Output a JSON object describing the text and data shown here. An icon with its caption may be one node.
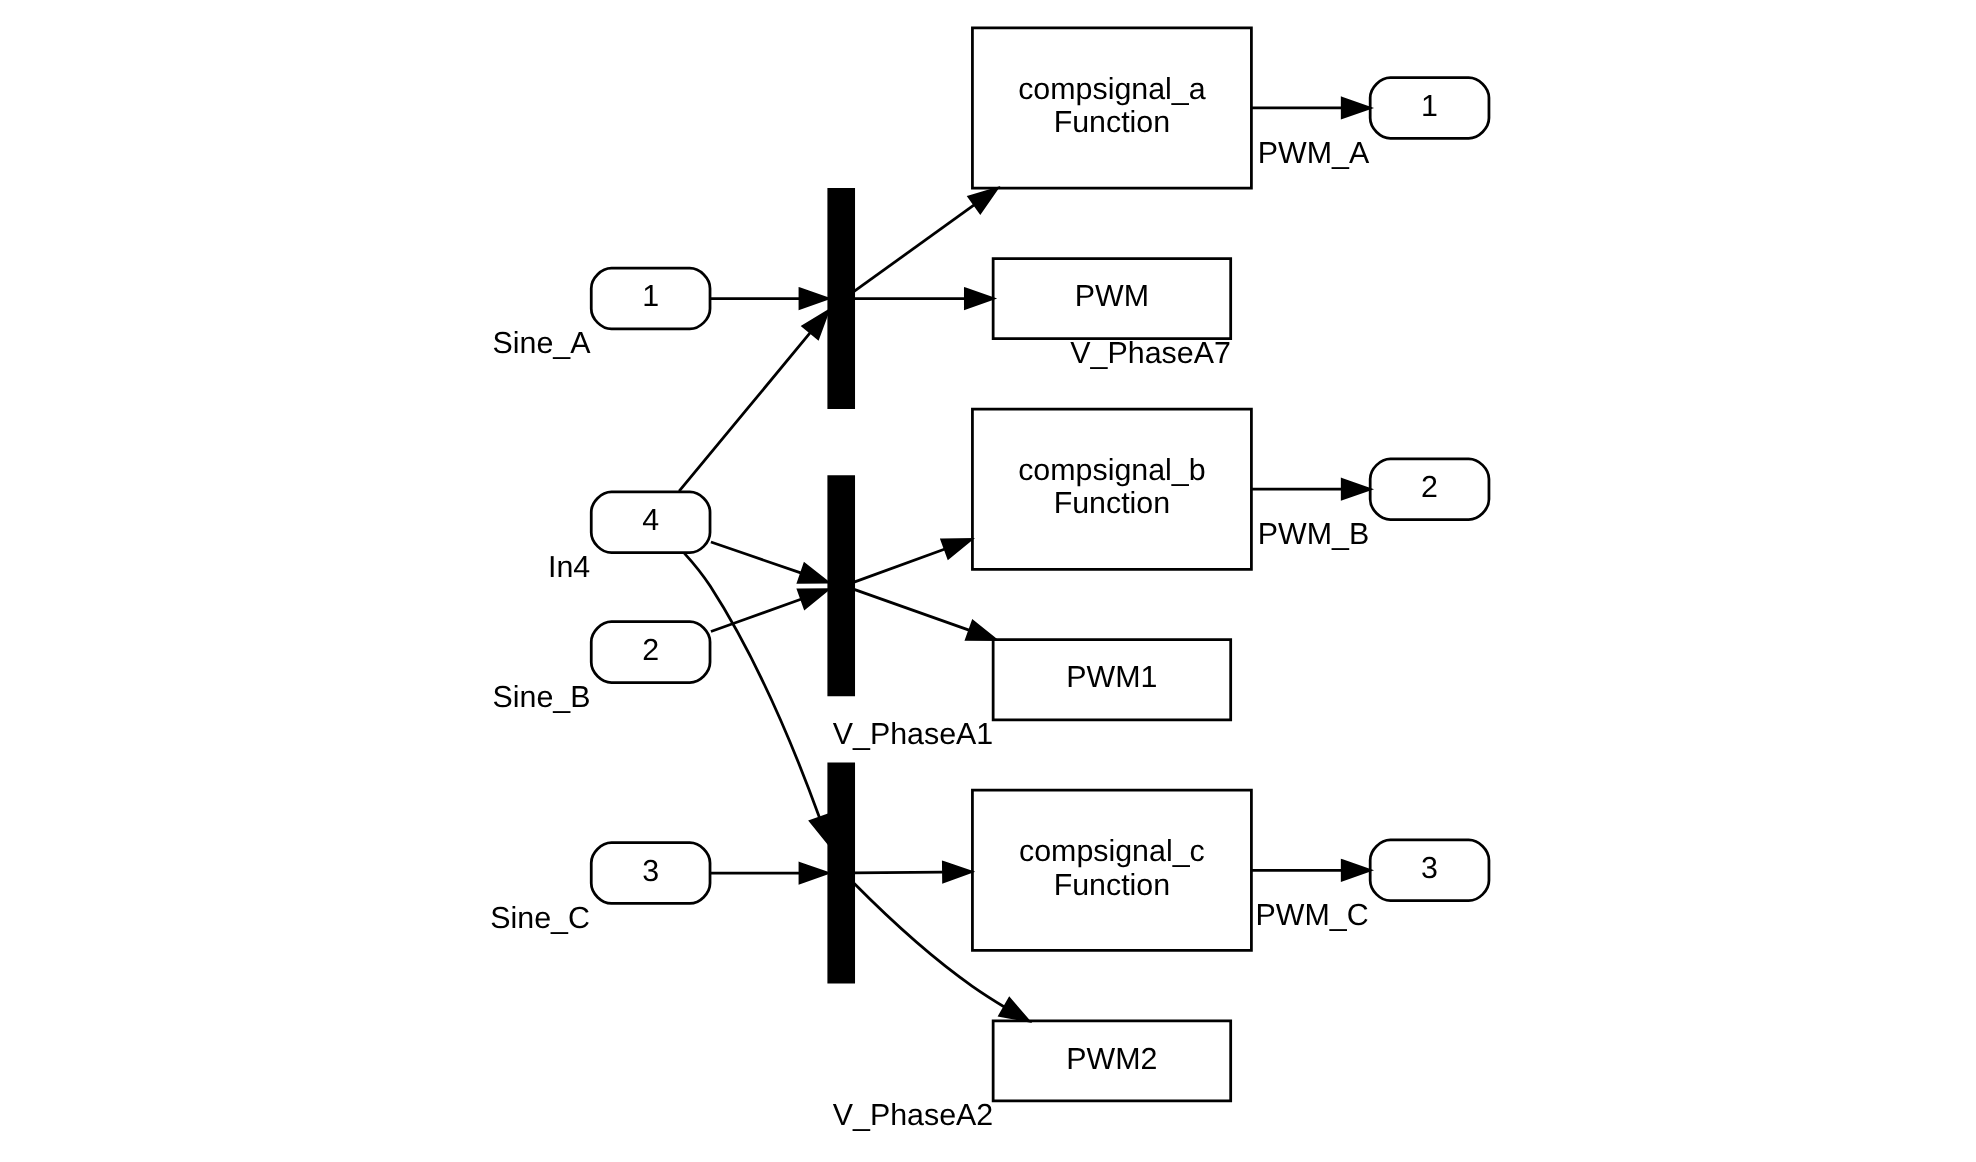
{
  "diagram": {
    "nodes": [
      {
        "text": [
          "4"
        ],
        "beside": [
          "In4"
        ]
      },
      {
        "text": [
          "1"
        ],
        "beside": [
          "Sine_A"
        ]
      },
      {
        "text": [],
        "shape": "bar"
      },
      {
        "text": [
          "compsignal_a",
          "Function"
        ]
      },
      {
        "text": [
          "1"
        ],
        "beside": [
          "PWM_A"
        ]
      },
      {
        "text": [
          "PWM"
        ],
        "beside": [
          "V_PhaseA7"
        ]
      },
      {
        "text": [
          "2"
        ],
        "beside": [
          "Sine_B"
        ]
      },
      {
        "text": [],
        "shape": "bar"
      },
      {
        "text": [
          "compsignal_b",
          "Function"
        ]
      },
      {
        "text": [
          "2"
        ],
        "beside": [
          "PWM_B"
        ]
      },
      {
        "text": [
          "PWM1"
        ],
        "beside": [
          "V_PhaseA1"
        ]
      },
      {
        "text": [
          "3"
        ],
        "beside": [
          "Sine_C"
        ]
      },
      {
        "text": [],
        "shape": "bar"
      },
      {
        "text": [
          "compsignal_c",
          "Function"
        ]
      },
      {
        "text": [
          "3"
        ],
        "beside": [
          "PWM_C"
        ]
      },
      {
        "text": [
          "PWM2"
        ],
        "beside": [
          "V_PhaseA2"
        ]
      }
    ],
    "edges": [
      {
        "from": 1,
        "to": 2,
        "arrow": "to"
      },
      {
        "from": 0,
        "to": 2,
        "arrow": "to"
      },
      {
        "from": 2,
        "to": 3,
        "arrow": "to"
      },
      {
        "from": 3,
        "to": 4,
        "arrow": "to"
      },
      {
        "from": 2,
        "to": 5,
        "arrow": "to"
      },
      {
        "from": 6,
        "to": 7,
        "arrow": "to"
      },
      {
        "from": 0,
        "to": 7,
        "arrow": "to"
      },
      {
        "from": 7,
        "to": 8,
        "arrow": "to"
      },
      {
        "from": 8,
        "to": 9,
        "arrow": "to"
      },
      {
        "from": 7,
        "to": 10,
        "arrow": "to"
      },
      {
        "from": 11,
        "to": 12,
        "arrow": "to"
      },
      {
        "from": 0,
        "to": 12,
        "arrow": "to"
      },
      {
        "from": 12,
        "to": 13,
        "arrow": "to"
      },
      {
        "from": 13,
        "to": 14,
        "arrow": "to"
      },
      {
        "from": 12,
        "to": 15,
        "arrow": "to"
      }
    ]
  }
}
